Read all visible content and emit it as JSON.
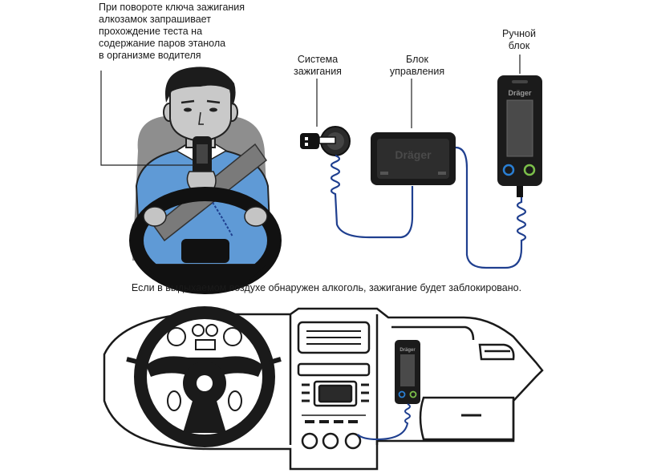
{
  "captions": {
    "top": "При повороте ключа зажигания\nалкозамок запрашивает\nпрохождение теста на\nсодержание паров этанола\nв организме водителя",
    "middle": "Если в выдыхаемом воздухе обнаружен алкоголь, зажигание будет заблокировано."
  },
  "labels": {
    "ignition": "Система\nзажигания",
    "control_unit": "Блок\nуправления",
    "handheld": "Ручной\nблок"
  },
  "brand": {
    "name": "Dräger"
  },
  "colors": {
    "wire": "#1f3f8f",
    "shirt": "#5f9ad6",
    "device": "#1b1b1b",
    "line": "#222222",
    "blue_button": "#2a7fd4",
    "green_button": "#7cc04a"
  }
}
